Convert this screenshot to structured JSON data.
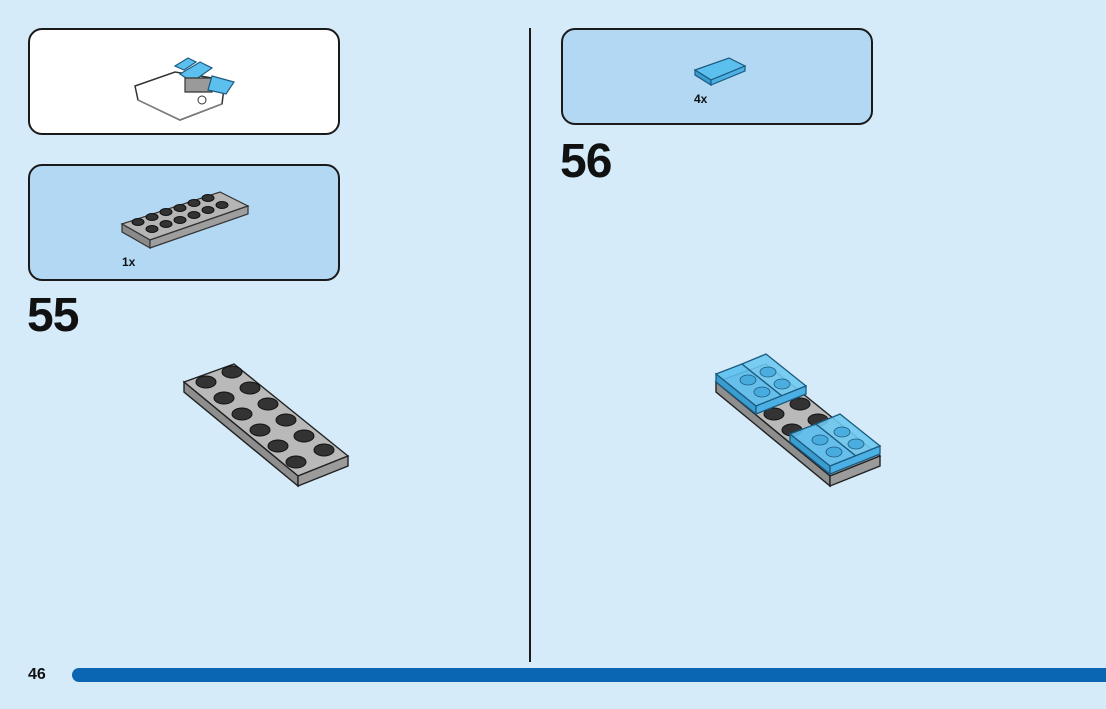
{
  "page": {
    "number": "46"
  },
  "steps": [
    {
      "number": "55",
      "parts": [
        {
          "qty": "1x",
          "part_icon": "gray-2x6-plate-icon"
        }
      ]
    },
    {
      "number": "56",
      "parts": [
        {
          "qty": "4x",
          "part_icon": "trans-blue-1x2-tile-icon"
        }
      ]
    }
  ],
  "colors": {
    "background": "#d5ebfa",
    "parts_panel": "#b3d8f3",
    "progress_bar": "#0a66b2",
    "plate_gray": "#a9a9a9",
    "trans_blue": "#5cc0ef"
  }
}
